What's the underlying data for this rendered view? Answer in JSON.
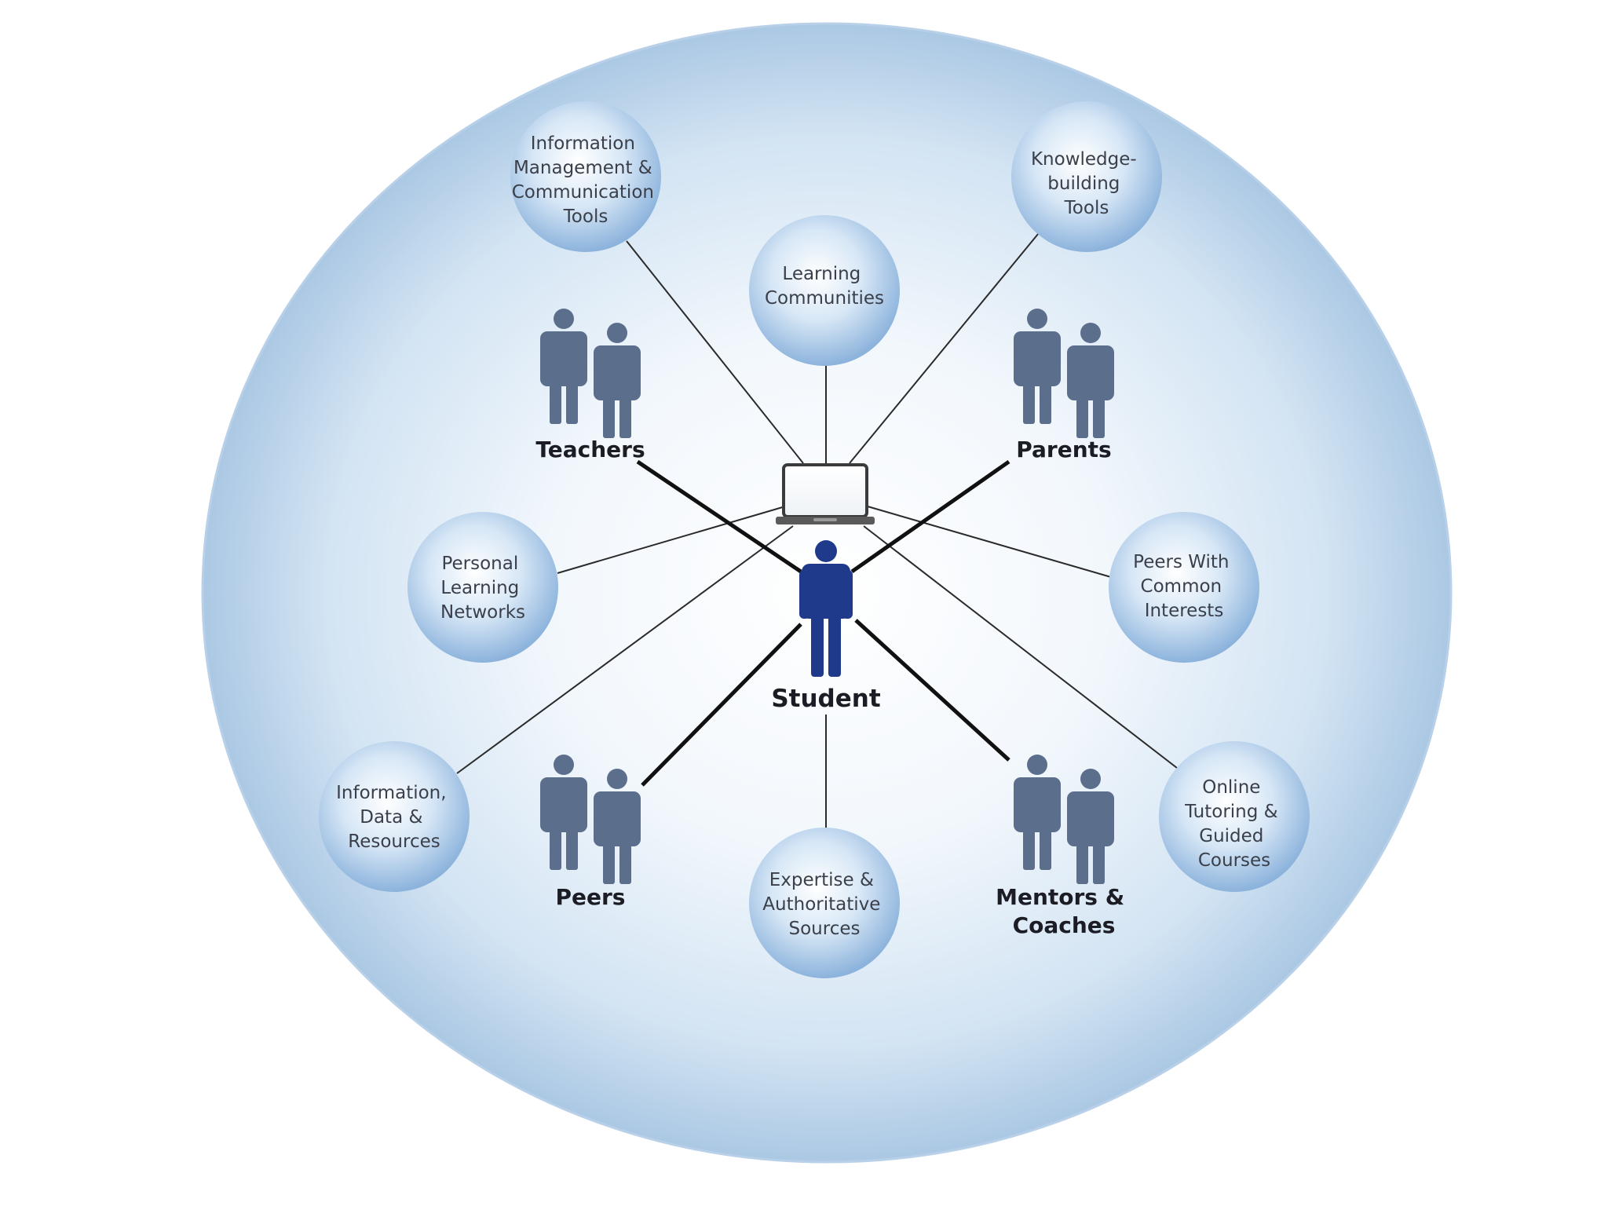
{
  "center": {
    "label": "Student",
    "icon": "student-person-icon",
    "device_icon": "laptop-icon"
  },
  "groups": [
    {
      "id": "teachers",
      "label_lines": [
        "Teachers"
      ]
    },
    {
      "id": "parents",
      "label_lines": [
        "Parents"
      ]
    },
    {
      "id": "peers",
      "label_lines": [
        "Peers"
      ]
    },
    {
      "id": "mentors",
      "label_lines": [
        "Mentors &",
        "Coaches"
      ]
    }
  ],
  "resources": [
    {
      "id": "info-mgmt",
      "label_lines": [
        "Information",
        "Management &",
        "Communication",
        "Tools"
      ]
    },
    {
      "id": "learning-communities",
      "label_lines": [
        "Learning",
        "Communities"
      ]
    },
    {
      "id": "knowledge-building",
      "label_lines": [
        "Knowledge-",
        "building",
        "Tools"
      ]
    },
    {
      "id": "personal-learning",
      "label_lines": [
        "Personal",
        "Learning",
        "Networks"
      ]
    },
    {
      "id": "peers-common",
      "label_lines": [
        "Peers With",
        "Common",
        "Interests"
      ]
    },
    {
      "id": "info-data",
      "label_lines": [
        "Information,",
        "Data &",
        "Resources"
      ]
    },
    {
      "id": "expertise",
      "label_lines": [
        "Expertise &",
        "Authoritative",
        "Sources"
      ]
    },
    {
      "id": "online-tutoring",
      "label_lines": [
        "Online",
        "Tutoring &",
        "Guided",
        "Courses"
      ]
    }
  ],
  "colors": {
    "outer_sphere_edge": "#a9c7e4",
    "outer_sphere_center": "#ffffff",
    "node_bubble": "#8fb6de",
    "people_icon": "#5b6f8c",
    "student_icon": "#1f3a8a",
    "line": "#222222"
  }
}
